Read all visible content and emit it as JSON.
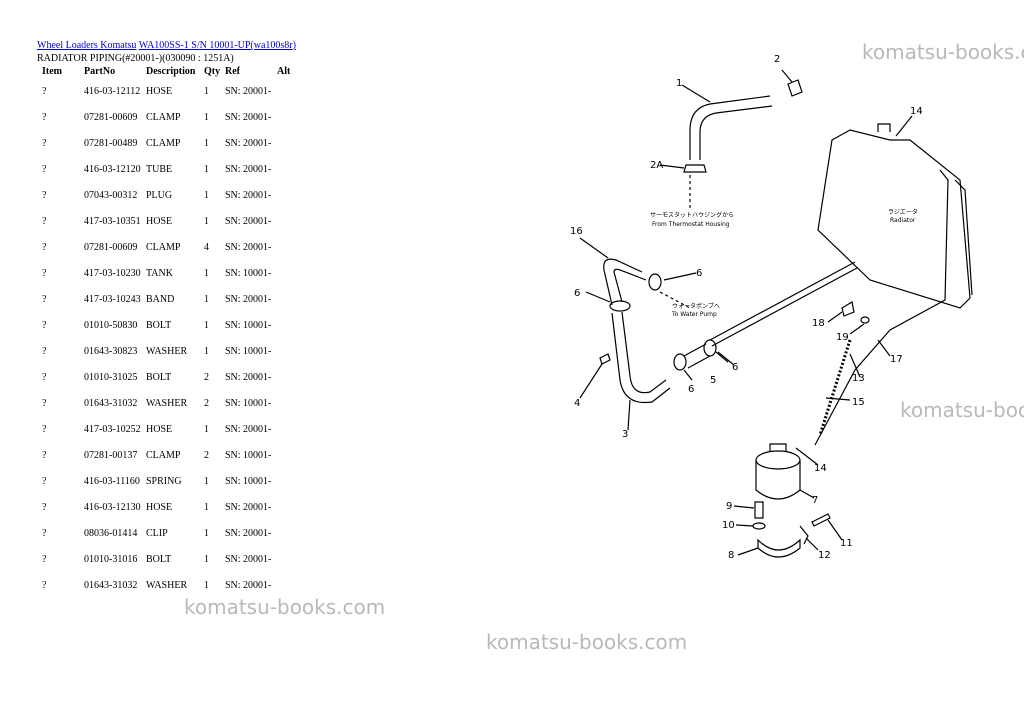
{
  "breadcrumb": {
    "link1": "Wheel Loaders Komatsu",
    "link2": "WA100SS-1 S/N 10001-UP(wa100s8r)"
  },
  "title": "RADIATOR PIPING(#20001-)(030090 : 1251A)",
  "table": {
    "headers": [
      "Item",
      "PartNo",
      "Description",
      "Qty",
      "Ref",
      "Alt"
    ],
    "rows": [
      [
        "?",
        "416-03-12112",
        "HOSE",
        "1",
        "SN: 20001-",
        ""
      ],
      [
        "?",
        "07281-00609",
        "CLAMP",
        "1",
        "SN: 20001-",
        ""
      ],
      [
        "?",
        "07281-00489",
        "CLAMP",
        "1",
        "SN: 20001-",
        ""
      ],
      [
        "?",
        "416-03-12120",
        "TUBE",
        "1",
        "SN: 20001-",
        ""
      ],
      [
        "?",
        "07043-00312",
        "PLUG",
        "1",
        "SN: 20001-",
        ""
      ],
      [
        "?",
        "417-03-10351",
        "HOSE",
        "1",
        "SN: 20001-",
        ""
      ],
      [
        "?",
        "07281-00609",
        "CLAMP",
        "4",
        "SN: 20001-",
        ""
      ],
      [
        "?",
        "417-03-10230",
        "TANK",
        "1",
        "SN: 10001-",
        ""
      ],
      [
        "?",
        "417-03-10243",
        "BAND",
        "1",
        "SN: 20001-",
        ""
      ],
      [
        "?",
        "01010-50830",
        "BOLT",
        "1",
        "SN: 10001-",
        ""
      ],
      [
        "?",
        "01643-30823",
        "WASHER",
        "1",
        "SN: 10001-",
        ""
      ],
      [
        "?",
        "01010-31025",
        "BOLT",
        "2",
        "SN: 20001-",
        ""
      ],
      [
        "?",
        "01643-31032",
        "WASHER",
        "2",
        "SN: 10001-",
        ""
      ],
      [
        "?",
        "417-03-10252",
        "HOSE",
        "1",
        "SN: 20001-",
        ""
      ],
      [
        "?",
        "07281-00137",
        "CLAMP",
        "2",
        "SN: 10001-",
        ""
      ],
      [
        "?",
        "416-03-11160",
        "SPRING",
        "1",
        "SN: 10001-",
        ""
      ],
      [
        "?",
        "416-03-12130",
        "HOSE",
        "1",
        "SN: 20001-",
        ""
      ],
      [
        "?",
        "08036-01414",
        "CLIP",
        "1",
        "SN: 20001-",
        ""
      ],
      [
        "?",
        "01010-31016",
        "BOLT",
        "1",
        "SN: 20001-",
        ""
      ],
      [
        "?",
        "01643-31032",
        "WASHER",
        "1",
        "SN: 20001-",
        ""
      ]
    ]
  },
  "watermarks": [
    "komatsu-books.com",
    "komatsu-books.com",
    "komatsu-books.com",
    "komatsu-books.com"
  ],
  "diagram": {
    "callouts": [
      "1",
      "2",
      "2A",
      "3",
      "4",
      "5",
      "6",
      "6",
      "6",
      "6",
      "7",
      "8",
      "9",
      "10",
      "11",
      "12",
      "13",
      "14",
      "14",
      "15",
      "16",
      "17",
      "18",
      "19"
    ],
    "notes": {
      "thermostat_jp": "サーモスタットハウジングから",
      "thermostat_en": "From Thermostat Housing",
      "pump_jp": "ウォータポンプへ",
      "pump_en": "To Water Pump",
      "radiator_jp": "ラジエータ",
      "radiator_en": "Radiator"
    }
  }
}
